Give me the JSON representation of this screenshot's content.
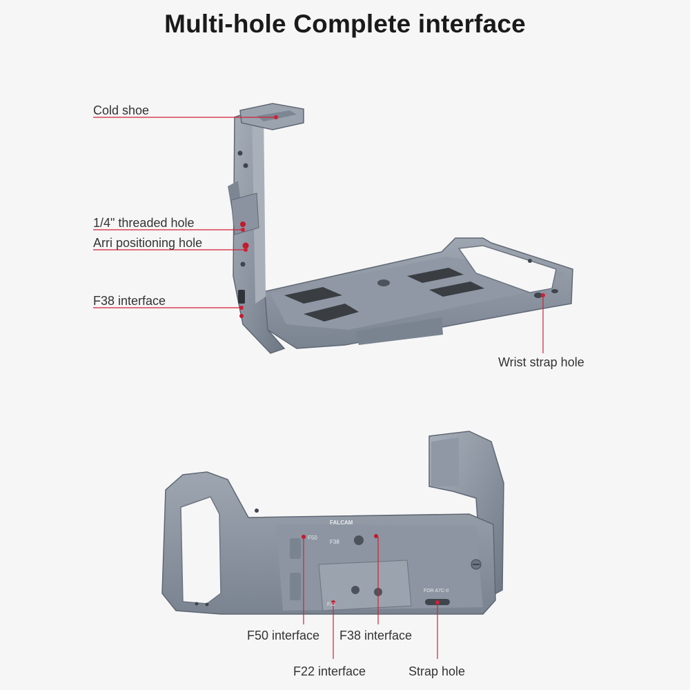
{
  "title": "Multi-hole Complete interface",
  "callouts": {
    "cold_shoe": "Cold shoe",
    "threaded_hole": "1/4\" threaded hole",
    "arri_hole": "Arri positioning hole",
    "f38_top": "F38 interface",
    "wrist_strap": "Wrist strap hole",
    "f50": "F50 interface",
    "f38_bottom": "F38 interface",
    "f22": "F22 interface",
    "strap_hole": "Strap hole"
  },
  "engravings": {
    "f50": "F50",
    "f38": "F38",
    "f22": "F22",
    "model": "FOR A7C-II",
    "brand": "FALCAM"
  },
  "colors": {
    "metal": "#8e97a3",
    "metal_dark": "#6b7481",
    "metal_light": "#b3bac4",
    "accent_red": "#d11f35",
    "rubber": "#3a3d42"
  }
}
